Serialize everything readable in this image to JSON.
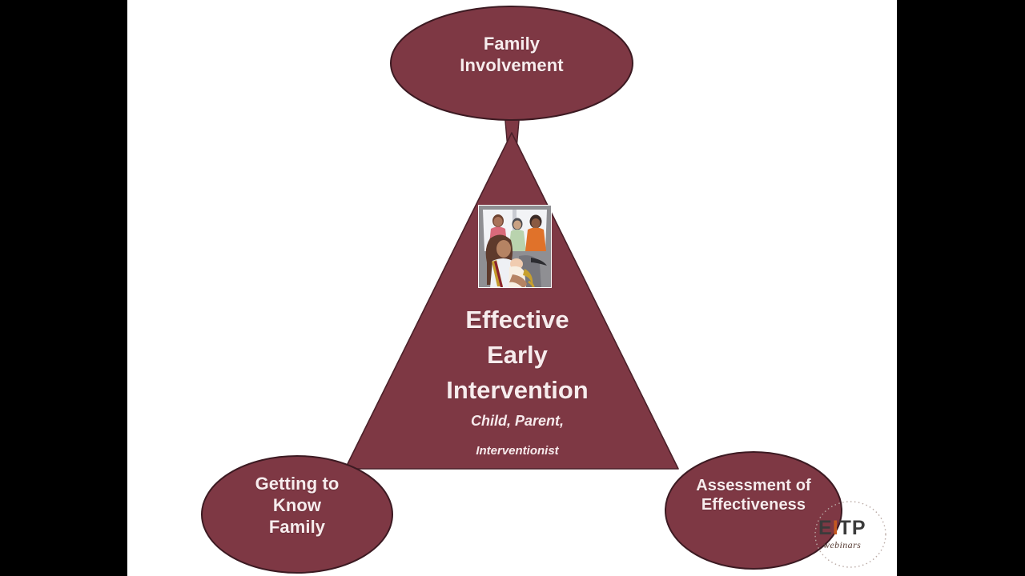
{
  "slide": {
    "background_color": "#ffffff",
    "letterbox_color": "#000000",
    "accent_color": "#7e3844",
    "accent_border_color": "#4a2029",
    "text_color": "#f7eced"
  },
  "diagram": {
    "type": "triangle-with-corner-ellipses",
    "center": {
      "title_lines": [
        "Effective",
        "Early",
        "Intervention"
      ],
      "subtitle_line_1": "Child, Parent,",
      "subtitle_line_2": "Interventionist",
      "title_line_1": "Effective",
      "title_line_2": "Early",
      "title_line_3": "Intervention"
    },
    "nodes": [
      {
        "id": "family-involvement",
        "position": "top",
        "line_1": "Family",
        "line_2": "Involvement"
      },
      {
        "id": "getting-to-know-family",
        "position": "bottom-left",
        "line_1": "Getting to",
        "line_2": "Know",
        "line_3": "Family"
      },
      {
        "id": "assessment-of-effectiveness",
        "position": "bottom-right",
        "line_1": "Assessment of",
        "line_2": "Effectiveness"
      }
    ],
    "clipart": {
      "name": "family-interventionist-clipart",
      "description": "Woman holding a baby seated in a chair with three adults standing behind"
    }
  },
  "watermark": {
    "brand_part_1": "E",
    "brand_part_2": "I",
    "brand_part_3": "TP",
    "brand_full": "EITP",
    "subtitle": "webinars",
    "accent_color": "#c4581f"
  }
}
